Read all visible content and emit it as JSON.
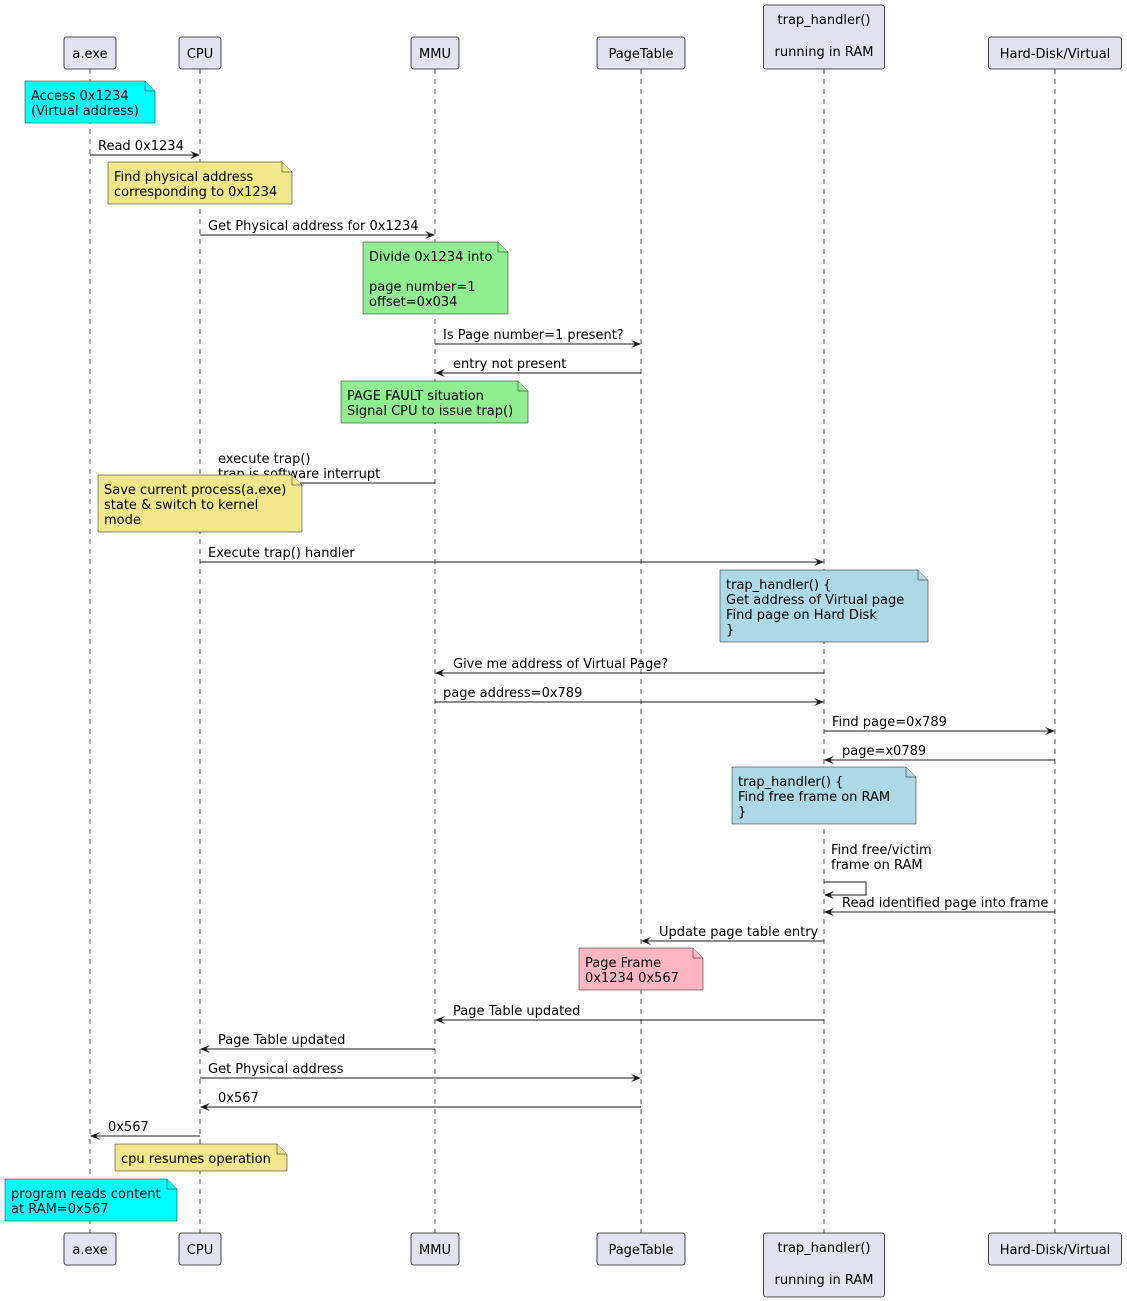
{
  "participants": [
    {
      "id": "aexe",
      "lines": [
        "a.exe"
      ]
    },
    {
      "id": "cpu",
      "lines": [
        "CPU"
      ]
    },
    {
      "id": "mmu",
      "lines": [
        "MMU"
      ]
    },
    {
      "id": "pagetable",
      "lines": [
        "PageTable"
      ]
    },
    {
      "id": "trap",
      "lines": [
        "trap_handler()",
        "",
        "running in RAM"
      ]
    },
    {
      "id": "disk",
      "lines": [
        "Hard-Disk/Virtual"
      ]
    }
  ],
  "colors": {
    "note_cyan": "#00FFFF",
    "note_khaki": "#F0E68C",
    "note_green": "#90EE90",
    "note_blue": "#ADD8E6",
    "note_pink": "#FFB6C1",
    "participant_fill": "#E2E2F0"
  },
  "sequence": [
    {
      "kind": "note",
      "over": "aexe",
      "color": "note_cyan",
      "lines": [
        "Access 0x1234",
        "(Virtual address)"
      ]
    },
    {
      "kind": "msg",
      "from": "aexe",
      "to": "cpu",
      "lines": [
        "Read 0x1234"
      ]
    },
    {
      "kind": "note",
      "over": "cpu",
      "color": "note_khaki",
      "lines": [
        "Find physical address",
        "corresponding to 0x1234"
      ]
    },
    {
      "kind": "msg",
      "from": "cpu",
      "to": "mmu",
      "lines": [
        "Get Physical address for 0x1234"
      ]
    },
    {
      "kind": "note",
      "over": "mmu",
      "color": "note_green",
      "lines": [
        "Divide 0x1234 into",
        "",
        "page number=1",
        "offset=0x034"
      ]
    },
    {
      "kind": "msg",
      "from": "mmu",
      "to": "pagetable",
      "lines": [
        "Is Page number=1 present?"
      ]
    },
    {
      "kind": "msg",
      "from": "pagetable",
      "to": "mmu",
      "lines": [
        "entry not present"
      ]
    },
    {
      "kind": "note",
      "over": "mmu",
      "color": "note_green",
      "lines": [
        "PAGE FAULT situation",
        "Signal CPU to issue trap()"
      ]
    },
    {
      "kind": "msg",
      "from": "mmu",
      "to": "cpu",
      "lines": [
        "execute trap()",
        "trap is software interrupt"
      ]
    },
    {
      "kind": "note",
      "over": "cpu",
      "color": "note_khaki",
      "lines": [
        "Save current process(a.exe)",
        "state & switch to kernel",
        "mode"
      ]
    },
    {
      "kind": "msg",
      "from": "cpu",
      "to": "trap",
      "lines": [
        "Execute trap() handler"
      ]
    },
    {
      "kind": "note",
      "over": "trap",
      "color": "note_blue",
      "lines": [
        "trap_handler() {",
        "  Get address of Virtual page",
        "  Find page on Hard Disk",
        "}"
      ]
    },
    {
      "kind": "msg",
      "from": "trap",
      "to": "mmu",
      "lines": [
        "Give me address of Virtual Page?"
      ]
    },
    {
      "kind": "msg",
      "from": "mmu",
      "to": "trap",
      "lines": [
        "page address=0x789"
      ]
    },
    {
      "kind": "msg",
      "from": "trap",
      "to": "disk",
      "lines": [
        "Find page=0x789"
      ]
    },
    {
      "kind": "msg",
      "from": "disk",
      "to": "trap",
      "lines": [
        "page=x0789"
      ]
    },
    {
      "kind": "note",
      "over": "trap",
      "color": "note_blue",
      "lines": [
        "trap_handler() {",
        "  Find free frame on RAM",
        "}"
      ]
    },
    {
      "kind": "self",
      "on": "trap",
      "lines": [
        "Find free/victim",
        "frame on RAM"
      ]
    },
    {
      "kind": "msg",
      "from": "disk",
      "to": "trap",
      "lines": [
        "Read identified page into frame"
      ]
    },
    {
      "kind": "msg",
      "from": "trap",
      "to": "pagetable",
      "lines": [
        "Update page table entry"
      ]
    },
    {
      "kind": "note",
      "over": "pagetable",
      "color": "note_pink",
      "lines": [
        "Page     Frame",
        "0x1234   0x567"
      ]
    },
    {
      "kind": "msg",
      "from": "trap",
      "to": "mmu",
      "lines": [
        "Page Table updated"
      ]
    },
    {
      "kind": "msg",
      "from": "mmu",
      "to": "cpu",
      "lines": [
        "Page Table updated"
      ]
    },
    {
      "kind": "msg",
      "from": "cpu",
      "to": "pagetable",
      "lines": [
        "Get Physical address"
      ]
    },
    {
      "kind": "msg",
      "from": "pagetable",
      "to": "cpu",
      "lines": [
        "0x567"
      ]
    },
    {
      "kind": "msg",
      "from": "cpu",
      "to": "aexe",
      "lines": [
        "0x567"
      ]
    },
    {
      "kind": "note",
      "over": "cpu",
      "color": "note_khaki",
      "lines": [
        "cpu resumes operation"
      ]
    },
    {
      "kind": "note",
      "over": "aexe",
      "color": "note_cyan",
      "lines": [
        "program reads content",
        "at RAM=0x567"
      ]
    }
  ]
}
